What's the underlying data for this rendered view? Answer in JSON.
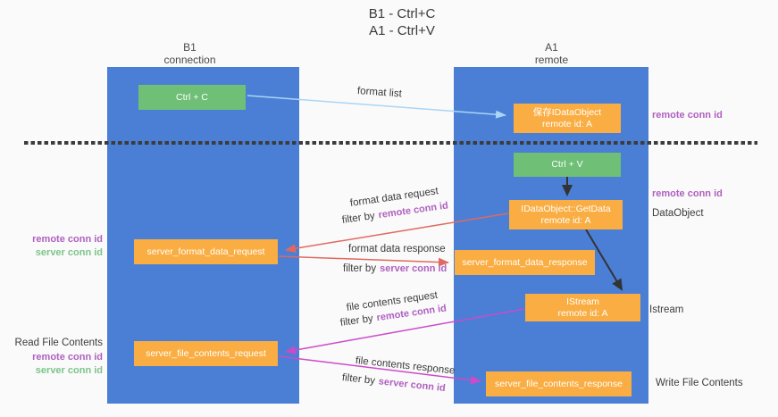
{
  "title": {
    "line1": "B1 - Ctrl+C",
    "line2": "A1 - Ctrl+V"
  },
  "lanes": {
    "left": {
      "name": "B1",
      "role": "connection"
    },
    "right": {
      "name": "A1",
      "role": "remote"
    }
  },
  "nodes": {
    "ctrl_c": {
      "label": "Ctrl + C"
    },
    "save_idataobject": {
      "line1": "保存IDataObject",
      "line2": "remote id: A"
    },
    "ctrl_v": {
      "label": "Ctrl + V"
    },
    "getdata": {
      "line1": "IDataObject::GetData",
      "line2": "remote id: A"
    },
    "format_request": {
      "label": "server_format_data_request"
    },
    "format_response": {
      "label": "server_format_data_response"
    },
    "istream": {
      "line1": "IStream",
      "line2": "remote id: A"
    },
    "file_request": {
      "label": "server_file_contents_request"
    },
    "file_response": {
      "label": "server_file_contents_response"
    }
  },
  "edges": {
    "format_list": {
      "label": "format list"
    },
    "format_data_request": {
      "label": "format data request",
      "filter_prefix": "filter by",
      "filter_keyword": "remote conn id"
    },
    "format_data_response": {
      "label": "format data response",
      "filter_prefix": "filter by",
      "filter_keyword": "server conn id"
    },
    "file_contents_request": {
      "label": "file contents request",
      "filter_prefix": "filter by",
      "filter_keyword": "remote conn id"
    },
    "file_contents_response": {
      "label": "file contents response",
      "filter_prefix": "filter by",
      "filter_keyword": "server conn id"
    }
  },
  "side_labels": {
    "right_top_remote_conn_id": "remote conn id",
    "right_mid_remote_conn_id": "remote conn id",
    "data_object": "DataObject",
    "istream": "Istream",
    "write_file_contents": "Write File Contents",
    "left_mid_remote_conn_id": "remote conn id",
    "left_mid_server_conn_id": "server conn id",
    "read_file_contents": "Read File Contents",
    "left_bottom_remote_conn_id": "remote conn id",
    "left_bottom_server_conn_id": "server conn id"
  },
  "colors": {
    "lane_blue": "#4a7fd5",
    "node_orange": "#f9ad42",
    "node_green": "#6fbf76",
    "arrow_blue": "#a9d6f5",
    "arrow_black": "#333333",
    "arrow_salmon": "#e0695f",
    "arrow_magenta": "#cb4bc9",
    "keyword_purple": "#b060c0",
    "keyword_green": "#7cc489"
  }
}
